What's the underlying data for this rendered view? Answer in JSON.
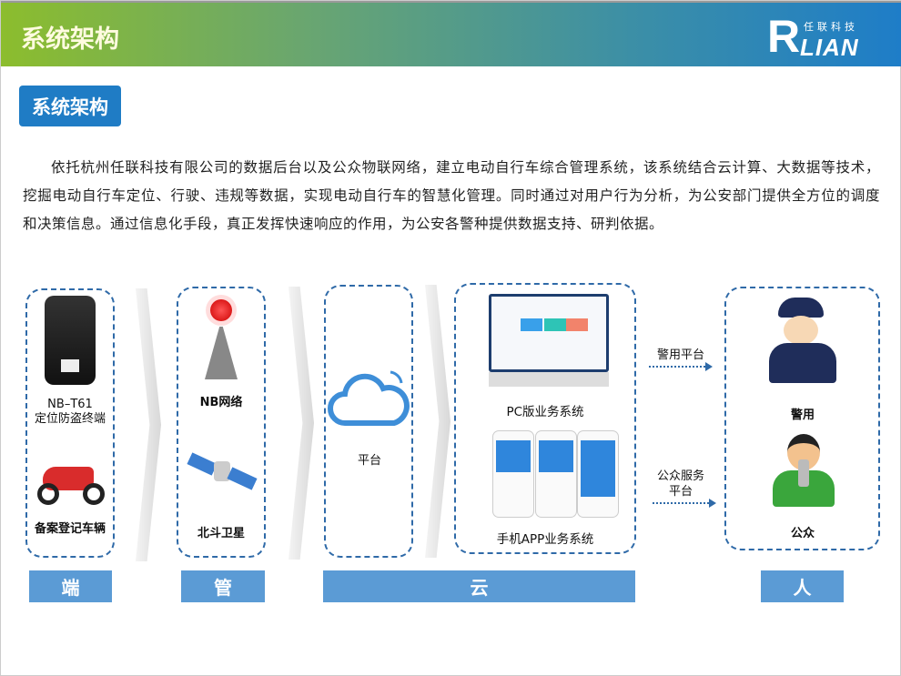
{
  "header": {
    "title": "系统架构",
    "logo_text": "RLIAN",
    "logo_subtitle": "任联科技"
  },
  "section_badge": "系统架构",
  "intro": "依托杭州任联科技有限公司的数据后台以及公众物联网络，建立电动自行车综合管理系统，该系统结合云计算、大数据等技术，挖掘电动自行车定位、行驶、违规等数据，实现电动自行车的智慧化管理。同时通过对用户行为分析，为公安部门提供全方位的调度和决策信息。通过信息化手段，真正发挥快速响应的作用，为公安各警种提供数据支持、研判依据。",
  "columns": {
    "terminal": {
      "device_label": "NB–T61\n定位防盗终端",
      "vehicle_label": "备案登记车辆",
      "bar": "端"
    },
    "pipe": {
      "nb_label": "NB网络",
      "bd_label": "北斗卫星",
      "bar": "管"
    },
    "cloud": {
      "platform_label": "平台",
      "pc_label": "PC版业务系统",
      "app_label": "手机APP业务系统",
      "bar": "云"
    },
    "people": {
      "police_label": "警用",
      "public_label": "公众",
      "bar": "人"
    }
  },
  "arrows": {
    "police": "警用平台",
    "public": "公众服务\n平台"
  },
  "colors": {
    "accent": "#1f7cc5",
    "bar": "#5b9bd5",
    "dash": "#2f6aa8"
  }
}
